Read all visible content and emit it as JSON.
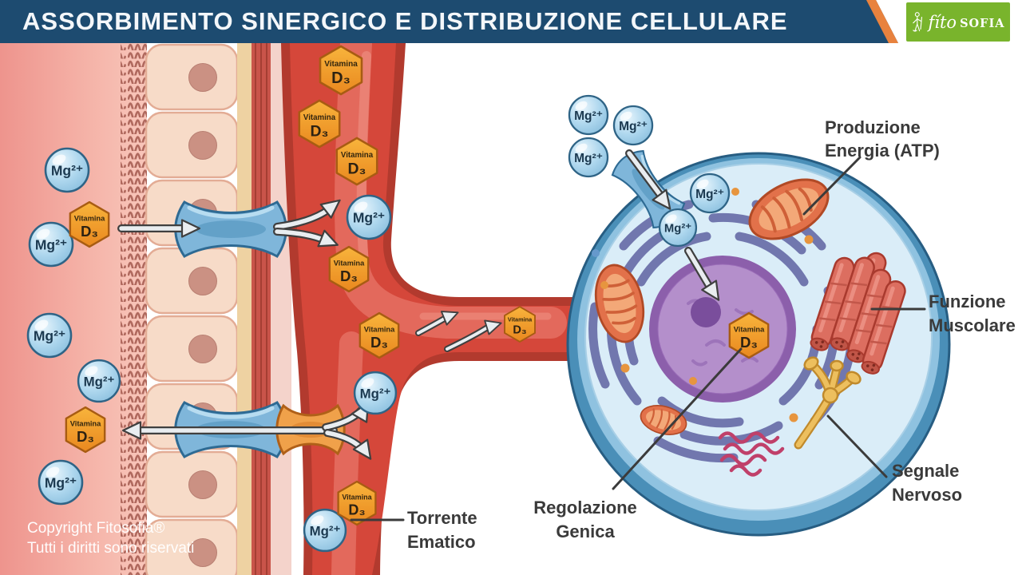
{
  "header": {
    "title": "ASSORBIMENTO SINERGICO E DISTRIBUZIONE CELLULARE",
    "logo": {
      "script": "fíto",
      "caps": "SOFIA"
    }
  },
  "particles": {
    "magnesium_label": "Mg²⁺",
    "vitamin_line1": "Vitamina",
    "vitamin_line2": "D₃"
  },
  "annotations": {
    "energy": {
      "line1": "Produzione",
      "line2": "Energia (ATP)"
    },
    "muscle": {
      "line1": "Funzione",
      "line2": "Muscolare"
    },
    "nerve": {
      "line1": "Segnale",
      "line2": "Nervoso"
    },
    "gene": {
      "line1": "Regolazione",
      "line2": "Genica"
    },
    "blood": {
      "line1": "Torrente",
      "line2": "Ematico"
    }
  },
  "footer": {
    "copyright_line1": "Copyright Fitosofia®",
    "copyright_line2": "Tutti i diritti sono riservati"
  },
  "colors": {
    "header_bar": "#1d4b70",
    "accent_orange": "#e8823e",
    "logo_green": "#79b42c",
    "mg_blue": "#aed7ee",
    "d3_orange": "#f09a2b",
    "vessel_red": "#d5473a",
    "cell_blue": "#daedf8",
    "nucleus_purple": "#b48fcb",
    "label_text": "#3a3a3a"
  }
}
